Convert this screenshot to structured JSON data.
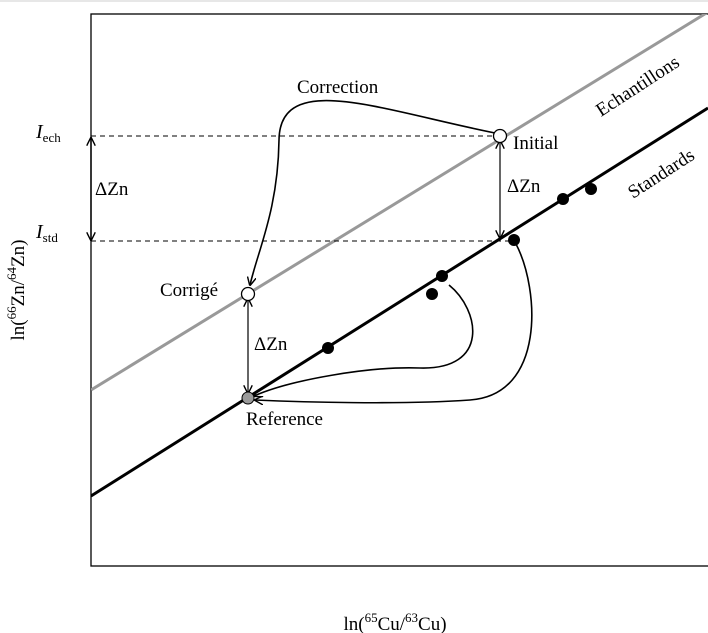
{
  "axes": {
    "x_label": {
      "base": "ln(",
      "sup1": "65",
      "mid": "Cu/",
      "sup2": "63",
      "end": "Cu)"
    },
    "y_label": {
      "base": "ln(",
      "sup1": "66",
      "mid": "Zn/",
      "sup2": "64",
      "end": "Zn)"
    }
  },
  "lines": {
    "samples": {
      "label": "Echantillons",
      "color": "#999999"
    },
    "standards": {
      "label": "Standards",
      "color": "#000000"
    }
  },
  "points": {
    "initial": "Initial",
    "corrected": "Corrigé",
    "reference": "Reference"
  },
  "annotations": {
    "correction": "Correction",
    "delta_left": "ΔZn",
    "delta_mid": "ΔZn",
    "delta_lower": "ΔZn"
  },
  "intercepts": {
    "i_ech": {
      "main": "I",
      "sub": "ech"
    },
    "i_std": {
      "main": "I",
      "sub": "std"
    }
  },
  "colors": {
    "reference_fill": "#9a9a9a",
    "open_point_fill": "#ffffff",
    "standard_point_fill": "#000000"
  }
}
